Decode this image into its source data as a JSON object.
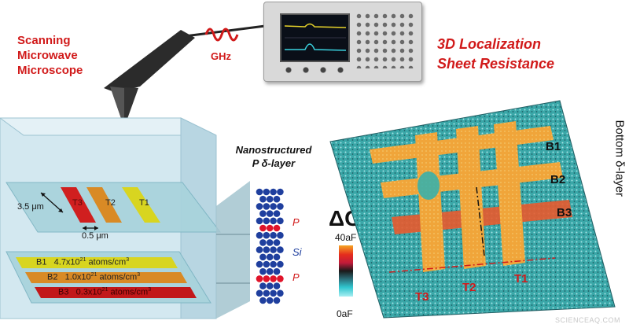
{
  "microscope": {
    "line1": "Scanning",
    "line2": "Microwave",
    "line3": "Microscope",
    "ghz_label": "GHz"
  },
  "analysis": {
    "line1": "3D Localization",
    "line2": "Sheet Resistance"
  },
  "layer_title": {
    "line1": "Nanostructured",
    "line2": "P δ-layer"
  },
  "top_layer": {
    "dim_length": "3.5 μm",
    "dim_width": "0.5 μm",
    "strips": [
      "T3",
      "T2",
      "T1"
    ]
  },
  "bottom_layer": {
    "strips": [
      {
        "label": "B1",
        "density": "4.7x10",
        "exp": "21",
        "unit": "atoms/cm",
        "unit_exp": "3"
      },
      {
        "label": "B2",
        "density": "1.0x10",
        "exp": "21",
        "unit": "atoms/cm",
        "unit_exp": "3"
      },
      {
        "label": "B3",
        "density": "0.3x10",
        "exp": "21",
        "unit": "atoms/cm",
        "unit_exp": "3"
      }
    ]
  },
  "atom_stack": {
    "p_label_1": "P",
    "si_label": "Si",
    "p_label_2": "P"
  },
  "colorbar": {
    "symbol": "ΔC",
    "max": "40aF",
    "min": "0aF"
  },
  "scan": {
    "side_label": "Bottom δ-layer",
    "b_labels": [
      "B1",
      "B2",
      "B3"
    ],
    "t_labels": [
      "T3",
      "T2",
      "T1"
    ]
  },
  "watermark": "SCIENCEAQ.COM",
  "colors": {
    "accent_red": "#d11a1a",
    "atom_blue": "#1f3f9e",
    "atom_red": "#e0142a",
    "box_face": "#cfe6ef",
    "scan_base": "#3aa7a8",
    "scan_strip": "#f0a53a"
  }
}
